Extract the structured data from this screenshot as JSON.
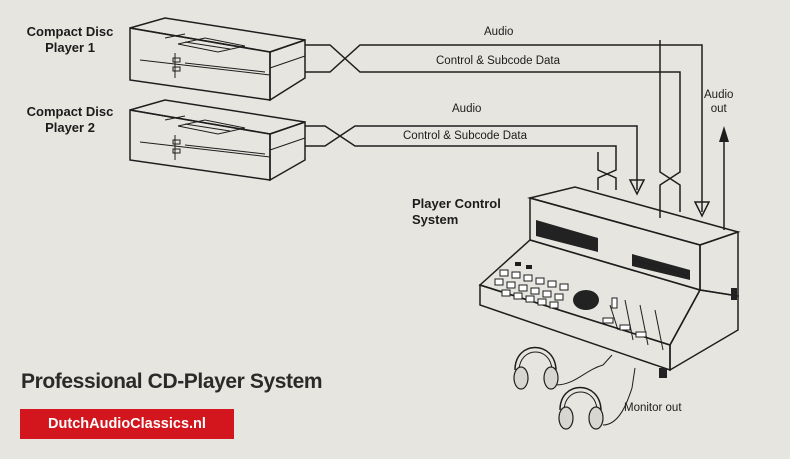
{
  "devices": {
    "player1": "Compact Disc\nPlayer 1",
    "player2": "Compact Disc\nPlayer 2",
    "controller": "Player Control\nSystem"
  },
  "wires": {
    "audio_1": "Audio",
    "control_1": "Control & Subcode Data",
    "audio_2": "Audio",
    "control_2": "Control & Subcode Data",
    "audio_out": "Audio\nout",
    "monitor_out": "Monitor out"
  },
  "footer": {
    "title": "Professional CD-Player System",
    "badge": "DutchAudioClassics.nl"
  },
  "colors": {
    "background": "#e7e5df",
    "ink": "#1e1e1e",
    "badge": "#d3161d"
  }
}
